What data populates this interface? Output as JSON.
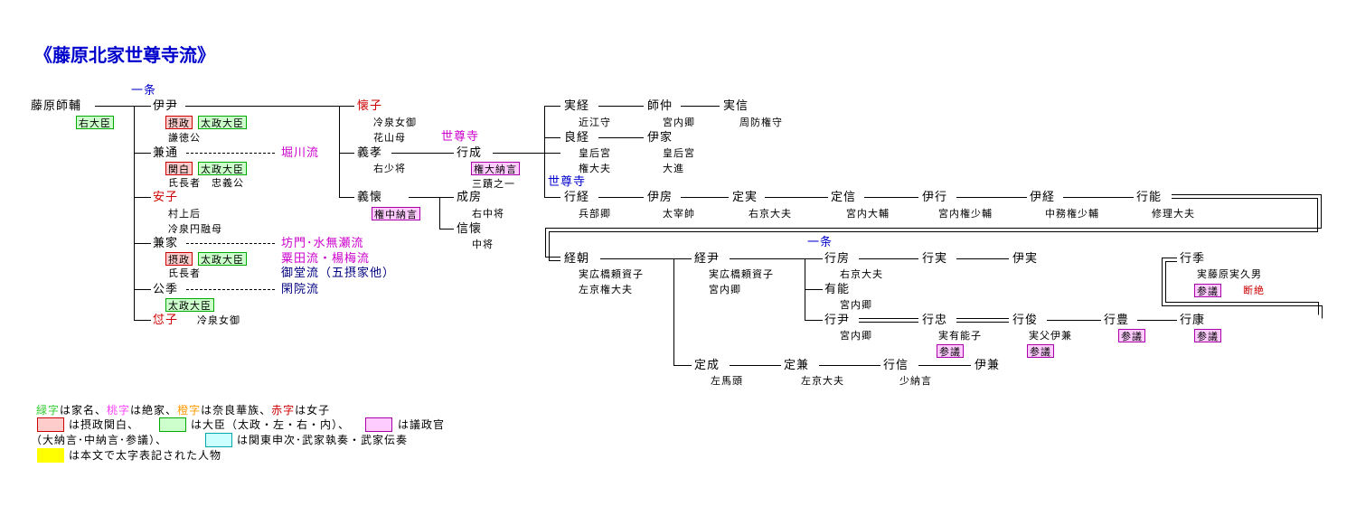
{
  "title": "《藤原北家世尊寺流》",
  "people": {
    "moromichi": "藤原師輔",
    "koremasa": "伊尹",
    "kanemichi": "兼通",
    "anshi": "安子",
    "kaneie": "兼家",
    "kinsue": "公季",
    "kaishi": "怤子",
    "kaishi2": "懐子",
    "yoshitaka": "義孝",
    "yoshichika": "義懐",
    "yukinari": "行成",
    "narifusa": "成房",
    "nobukane": "信懐",
    "sanetsune": "実経",
    "yoshitsune": "良経",
    "yukitsune": "行経",
    "moronaka": "師仲",
    "sanenobu": "実信",
    "koreie": "伊家",
    "korefusa": "伊房",
    "sadazane": "定実",
    "sadanobu": "定信",
    "koreyuki": "伊行",
    "koretsune": "伊経",
    "yukiyoshi": "行能",
    "tsunetomo": "経朝",
    "tsunetada": "経尹",
    "yukifusa": "行房",
    "yukizane": "行実",
    "korezane": "伊実",
    "arinori": "有能",
    "yukitada": "行尹",
    "yukitada2": "行忠",
    "yukitoshi": "行俊",
    "yukitoyo": "行豊",
    "yukiyasu": "行康",
    "yukisue": "行季",
    "sadanari": "定成",
    "sadakane": "定兼",
    "yukinobu": "行信",
    "korekane": "伊兼"
  },
  "labels": {
    "ichijo1": "一条",
    "ichijo2": "一条",
    "horikawa": "堀川流",
    "bomon": "坊門･水無瀬流",
    "awata": "粟田流・楊梅流",
    "midou": "御堂流（五摂家他）",
    "kanin": "閑院流",
    "sesonji1": "世尊寺",
    "sesonji2": "世尊寺"
  },
  "notes": {
    "moromichi_rank": "右大臣",
    "koremasa_sessho": "摂政",
    "koremasa_daijo": "太政大臣",
    "koremasa_post": "謙徳公",
    "kanemichi_kanpaku": "関白",
    "kanemichi_daijo": "太政大臣",
    "kanemichi_post": "氏長者　忠義公",
    "anshi_n1": "村上后",
    "anshi_n2": "冷泉円融母",
    "kaneie_sessho": "摂政",
    "kaneie_daijo": "太政大臣",
    "kaneie_post": "氏長者",
    "kinsue_daijo": "太政大臣",
    "kaishi_note": "冷泉女御",
    "kaishi2_n1": "冷泉女御",
    "kaishi2_n2": "花山母",
    "yoshitaka_note": "右少将",
    "yoshichika_rank": "権中納言",
    "yukinari_rank": "権大納言",
    "yukinari_note": "三蹟之一",
    "narifusa_note": "右中将",
    "nobukane_note": "中将",
    "sanetsune_note": "近江守",
    "moronaka_note": "宮内卿",
    "sanenobu_note": "周防権守",
    "yoshitsune_note": "皇后宮",
    "yoshitsune_note2": "権大夫",
    "koreie_note": "皇后宮",
    "koreie_note2": "大進",
    "yukitsune_note": "兵部卿",
    "korefusa_note": "太宰帥",
    "sadazane_note": "右京大夫",
    "sadanobu_note": "宮内大輔",
    "koreyuki_note": "宮内権少輔",
    "koretsune_note": "中務権少輔",
    "yukiyoshi_note": "修理大夫",
    "tsunetomo_n1": "実広橋頼資子",
    "tsunetomo_n2": "左京権大夫",
    "tsunetada_n1": "実広橋頼資子",
    "tsunetada_n2": "宮内卿",
    "yukifusa_note": "右京大夫",
    "arinori_note": "宮内卿",
    "yukitada_note": "宮内卿",
    "yukitada2_note": "実有能子",
    "yukitada2_rank": "参議",
    "yukitoshi_note": "実父伊兼",
    "yukitoshi_rank": "参議",
    "yukitoyo_rank": "参議",
    "yukiyasu_rank": "参議",
    "yukisue_note": "実藤原実久男",
    "yukisue_rank": "参議",
    "yukisue_end": "断絶",
    "sadanari_note": "左馬頭",
    "sadakane_note": "左京大夫",
    "yukinobu_note": "少納言"
  },
  "legend": {
    "l1_green": "緑字",
    "l1_a": "は家名、",
    "l1_pink": "桃字",
    "l1_b": "は絶家、",
    "l1_orange": "橙字",
    "l1_c": "は奈良華族、",
    "l1_red": "赤字",
    "l1_d": "は女子",
    "l2_a": "は摂政関白、",
    "l2_b": "は大臣（太政・左・右・内）、",
    "l2_c": "は議政官",
    "l3_a": "（大納言･中納言･参議）、",
    "l3_b": "は関東申次･武家執奏・武家伝奏",
    "l4_a": "は本文で太字表記された人物"
  },
  "colors": {
    "green_text": "#33cc33",
    "pink_text": "#ff44ff",
    "orange_text": "#ff9900",
    "red_text": "#cc0000",
    "blue_text": "#0000cc",
    "sessho_bg": "#ffcccc",
    "daijin_bg": "#ccffcc",
    "giseikan_bg": "#ffccff",
    "kanto_bg": "#ccffff",
    "bold_bg": "#ffff00"
  }
}
